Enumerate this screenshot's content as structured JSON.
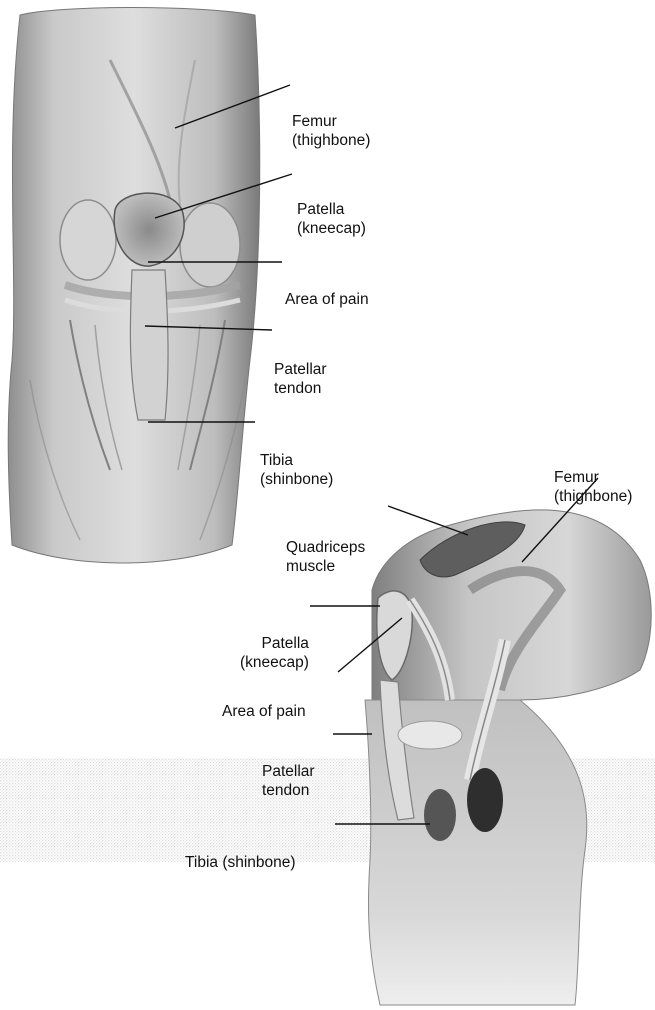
{
  "front_view": {
    "labels": {
      "femur": [
        "Femur",
        "(thighbone)"
      ],
      "patella": [
        "Patella",
        "(kneecap)"
      ],
      "area_of_pain": [
        "Area of pain"
      ],
      "patellar_tendon": [
        "Patellar",
        "tendon"
      ],
      "tibia": [
        "Tibia",
        "(shinbone)"
      ]
    }
  },
  "side_view": {
    "labels": {
      "femur": [
        "Femur",
        "(thighbone)"
      ],
      "quadriceps": [
        "Quadriceps",
        "muscle"
      ],
      "patella": [
        "Patella",
        "(kneecap)"
      ],
      "area_of_pain": [
        "Area of pain"
      ],
      "patellar_tendon": [
        "Patellar",
        "tendon"
      ],
      "tibia": [
        "Tibia (shinbone)"
      ]
    }
  },
  "colors": {
    "skin": "#bdbdbd",
    "skin_dark": "#6e6e6e",
    "skin_light": "#e6e6e6",
    "line": "#111111"
  }
}
